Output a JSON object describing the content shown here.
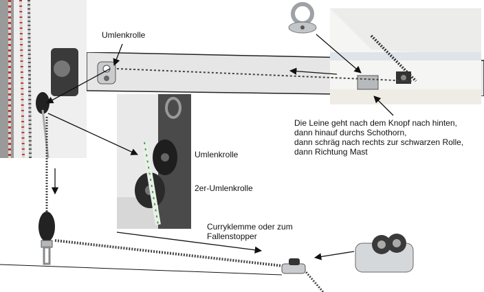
{
  "labels": {
    "umlenkrolle_top": "Umlenkrolle",
    "umlenkrolle_mid": "Umlenkrolle",
    "zweier_umlenkrolle": "2er-Umlenkrolle",
    "curry_line1": "Curryklemme oder zum",
    "curry_line2": "Fallenstopper"
  },
  "description_lines": [
    "Die Leine geht nach dem Knopf nach hinten,",
    "dann hinauf durchs Schothorn,",
    "dann schräg nach rechts zur schwarzen Rolle,",
    "dann Richtung Mast"
  ],
  "colors": {
    "boom": "#e4e4e4",
    "mast": "#eeeeee",
    "sail": "#f3f3f1",
    "rope_dark": "#333333",
    "metal": "#b9bcbf",
    "block": "#2a2a2a"
  }
}
